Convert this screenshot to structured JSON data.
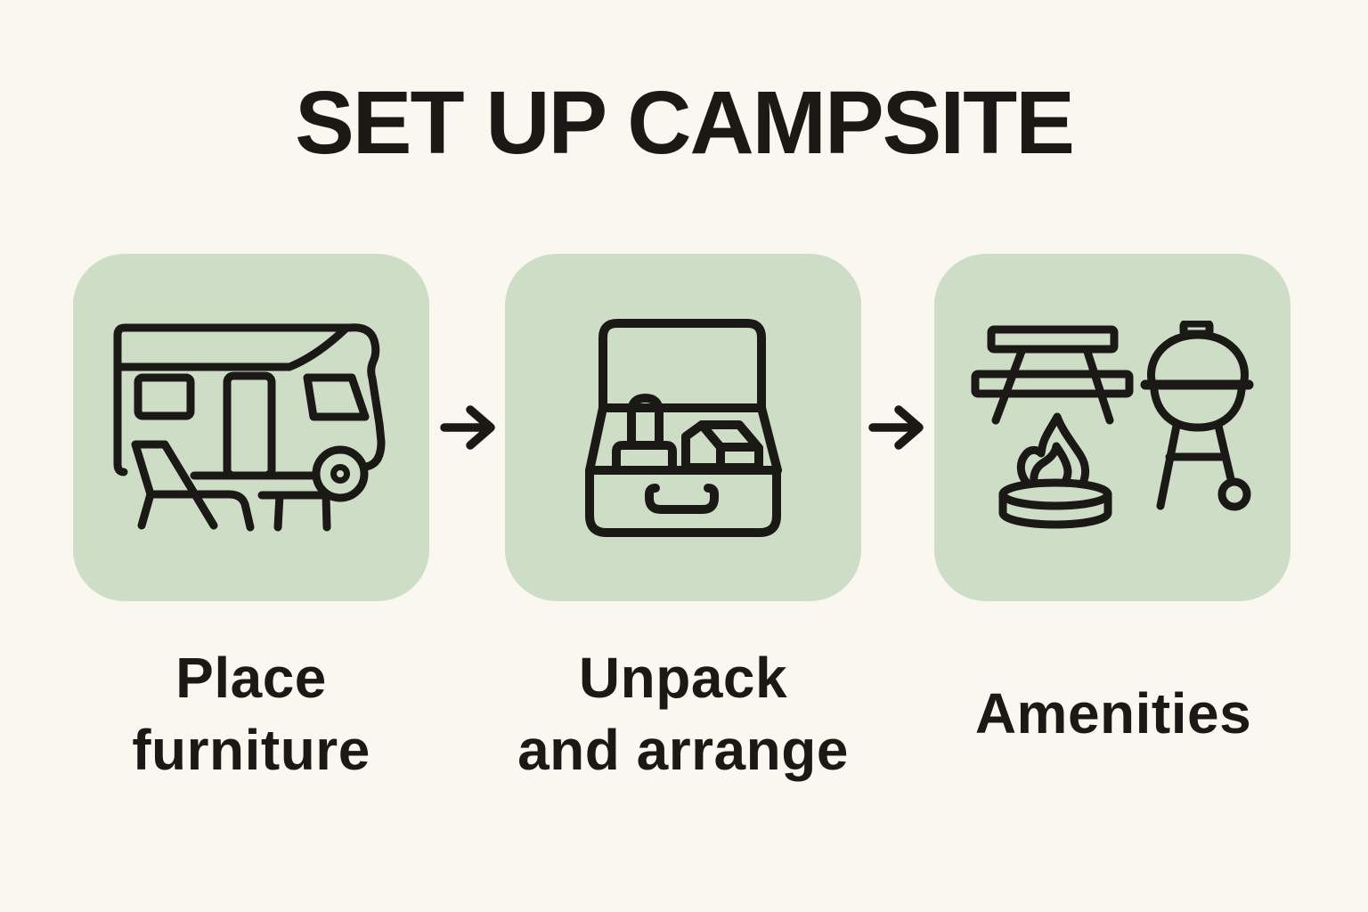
{
  "title": "SET UP CAMPSITE",
  "colors": {
    "background": "#f9f7ef",
    "card": "#cdddc6",
    "ink": "#1a1916"
  },
  "steps": [
    {
      "id": "place-furniture",
      "icon": "rv-camper-with-chair-and-table-icon",
      "label": "Place furniture",
      "label_lines": [
        "Place",
        "furniture"
      ]
    },
    {
      "id": "unpack-and-arrange",
      "icon": "open-suitcase-icon",
      "label": "Unpack and arrange",
      "label_lines": [
        "Unpack",
        "and arrange"
      ]
    },
    {
      "id": "amenities",
      "icon": "picnic-table-campfire-grill-icon",
      "label": "Amenities",
      "label_lines": [
        "Amenities"
      ]
    }
  ],
  "arrows": [
    {
      "name": "right-arrow",
      "glyph": "→"
    },
    {
      "name": "right-arrow",
      "glyph": "→"
    }
  ]
}
